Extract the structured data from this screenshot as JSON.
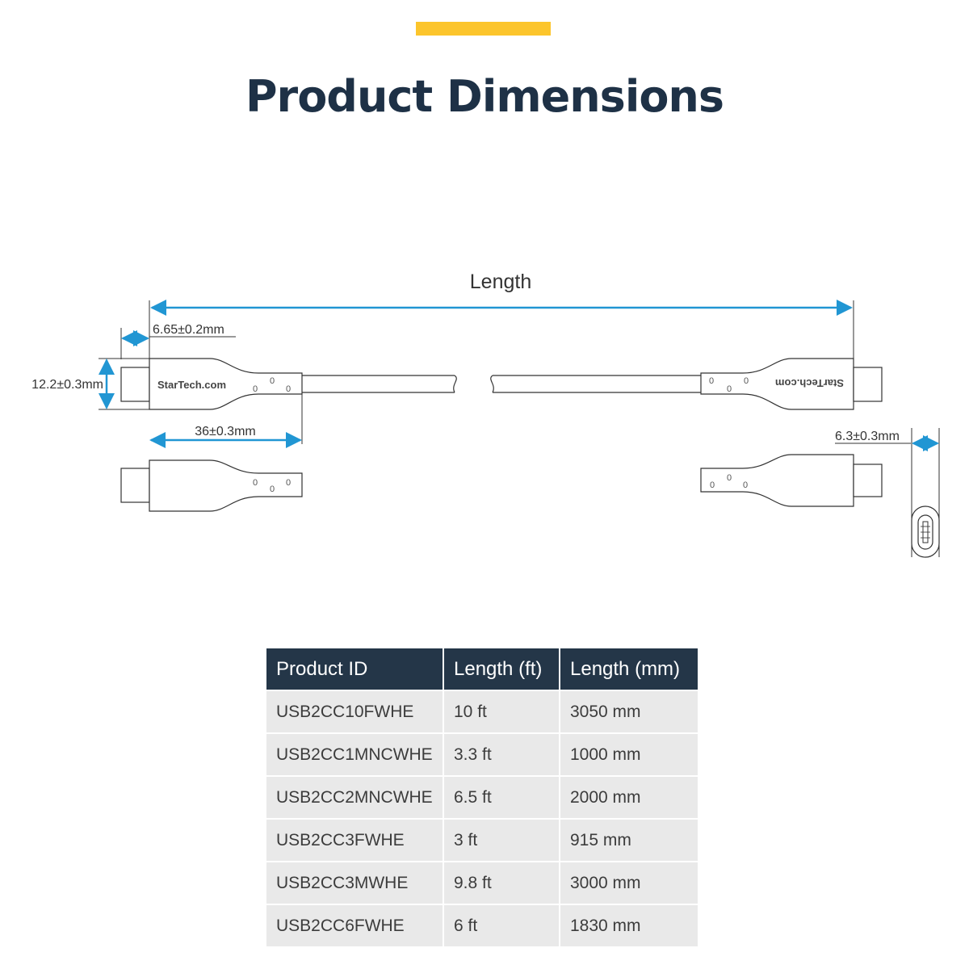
{
  "header": {
    "title": "Product Dimensions",
    "accent_color": "#fcc52c",
    "title_color": "#1e3146"
  },
  "diagram": {
    "length_label": "Length",
    "plug_depth_label": "6.65±0.2mm",
    "housing_height_label": "12.2±0.3mm",
    "housing_length_label": "36±0.3mm",
    "plug_thickness_label": "6.3±0.3mm",
    "brand_text": "StarTech.com",
    "dimension_color": "#2196d3",
    "line_color": "#333333"
  },
  "table": {
    "header_color": "#243648",
    "row_color": "#e9e9e9",
    "columns": [
      "Product ID",
      "Length (ft)",
      "Length (mm)"
    ],
    "rows": [
      [
        "USB2CC10FWHE",
        "10 ft",
        "3050 mm"
      ],
      [
        "USB2CC1MNCWHE",
        "3.3 ft",
        "1000 mm"
      ],
      [
        "USB2CC2MNCWHE",
        "6.5 ft",
        "2000 mm"
      ],
      [
        "USB2CC3FWHE",
        "3 ft",
        "915 mm"
      ],
      [
        "USB2CC3MWHE",
        "9.8 ft",
        "3000 mm"
      ],
      [
        "USB2CC6FWHE",
        "6 ft",
        "1830 mm"
      ]
    ]
  }
}
